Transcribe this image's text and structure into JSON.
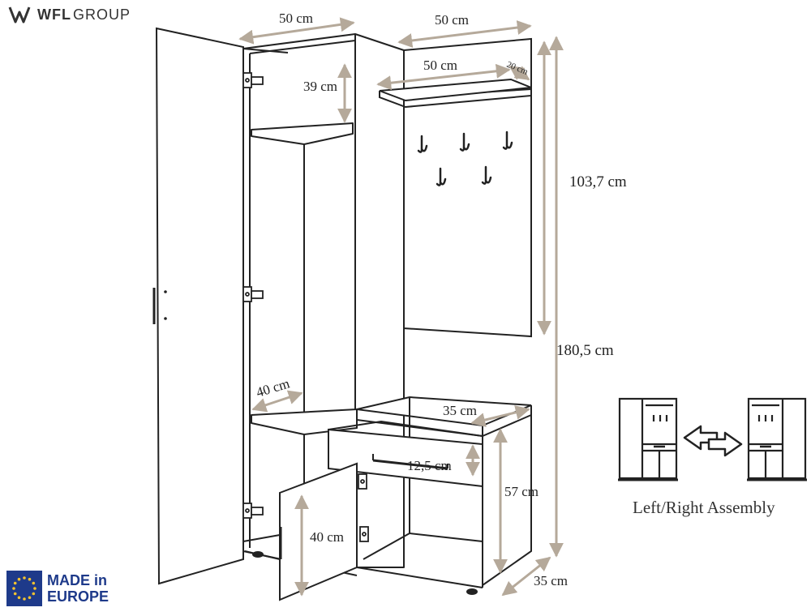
{
  "brand": {
    "logo_icon": "wfl-logo-icon",
    "name_bold": "WFL",
    "name_regular": "GROUP"
  },
  "badge": {
    "icon": "eu-flag-icon",
    "line1": "MADE in",
    "line2": "EUROPE",
    "color": "#1e3a8a"
  },
  "dimensions": {
    "top_width": "50 cm",
    "panel_width": "50 cm",
    "shelf_width": "50 cm",
    "shelf_depth": "20 cm",
    "top_compartment": "39 cm",
    "panel_height": "103,7 cm",
    "total_height": "180,5 cm",
    "inner_width": "40 cm",
    "bench_depth": "35 cm",
    "drawer_height": "12,5 cm",
    "bench_height": "57 cm",
    "door_height": "40 cm",
    "base_depth": "35 cm"
  },
  "assembly": {
    "label": "Left/Right Assembly",
    "icon": "swap-arrow-icon"
  },
  "colors": {
    "line": "#222222",
    "dimension": "#b5a99a"
  }
}
